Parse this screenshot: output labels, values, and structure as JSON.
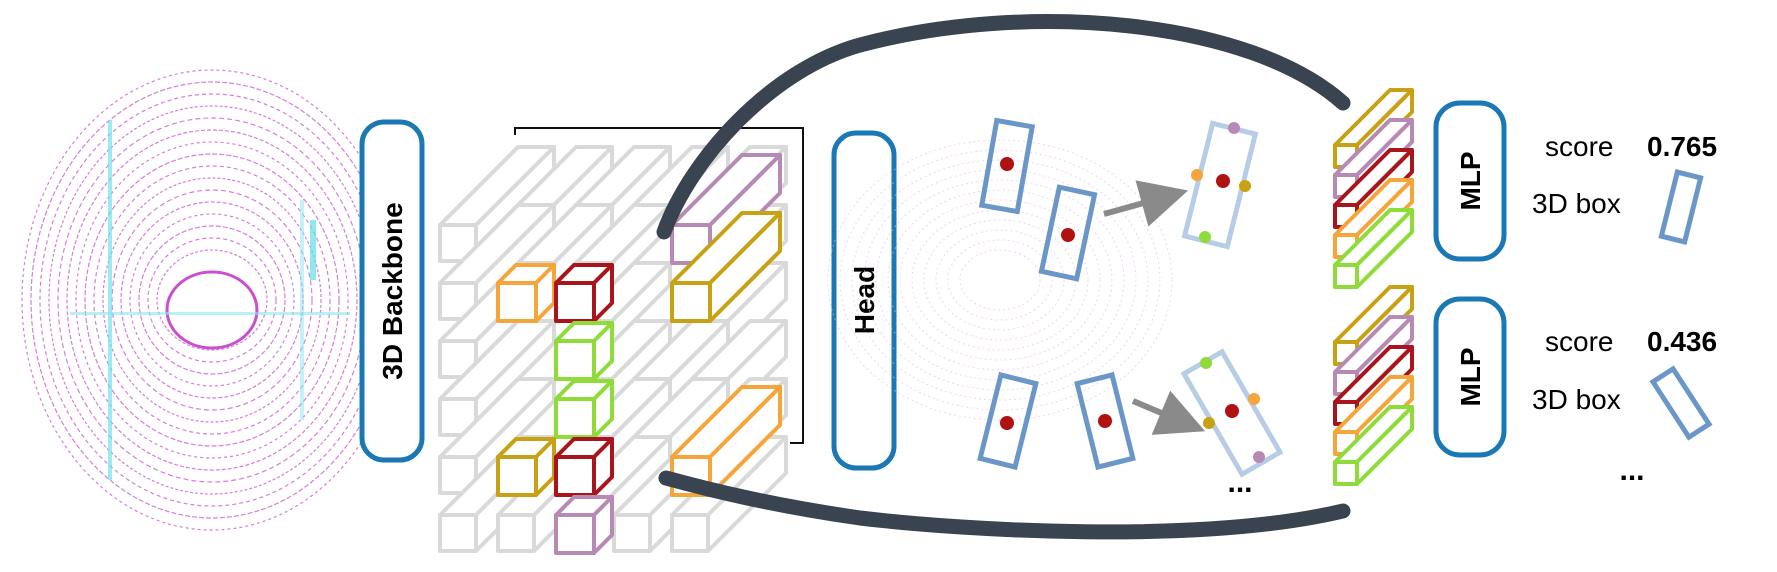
{
  "modules": {
    "backbone": "3D Backbone",
    "head": "Head",
    "mlp_top": "MLP",
    "mlp_bottom": "MLP"
  },
  "outputs": {
    "top": {
      "score_label": "score",
      "score_value": "0.765",
      "box_label": "3D box"
    },
    "bottom": {
      "score_label": "score",
      "score_value": "0.436",
      "box_label": "3D box"
    },
    "more": "..."
  },
  "proposals_more": "...",
  "colors": {
    "module_border": "#1a78b4",
    "arrow": "#3a4350",
    "grid": "#d9d9d9",
    "orange": "#f5a53a",
    "dark_red": "#a8151c",
    "green": "#8edb3a",
    "gold": "#c8a214",
    "purple": "#b68ab4",
    "box_blue": "#6a97c8",
    "box_light": "#b7cce6",
    "point_red": "#b01212",
    "lidar_magenta": "#d266d6",
    "lidar_cyan": "#5fe0ea"
  }
}
